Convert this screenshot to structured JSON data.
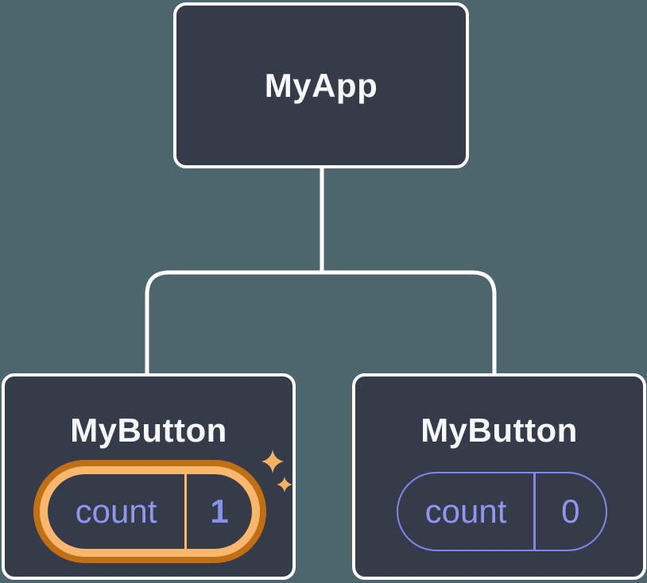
{
  "diagram": {
    "description": "React component tree showing isolated state",
    "background_color": "#4d666d",
    "node_fill_color": "#353b49",
    "node_border_color": "#ffffff",
    "connector_color": "#ffffff",
    "root": {
      "label": "MyApp"
    },
    "children": [
      {
        "label": "MyButton",
        "state": {
          "name": "count",
          "value": "1"
        },
        "highlighted": true,
        "highlight_ring_outer_color": "#c06f15",
        "highlight_ring_inner_color": "#f8b76c",
        "state_text_color": "#8e97ee",
        "sparkle_color": "#f3b162"
      },
      {
        "label": "MyButton",
        "state": {
          "name": "count",
          "value": "0"
        },
        "highlighted": false,
        "pill_border_color": "#7e88e9",
        "state_text_color": "#8e97ee"
      }
    ]
  }
}
